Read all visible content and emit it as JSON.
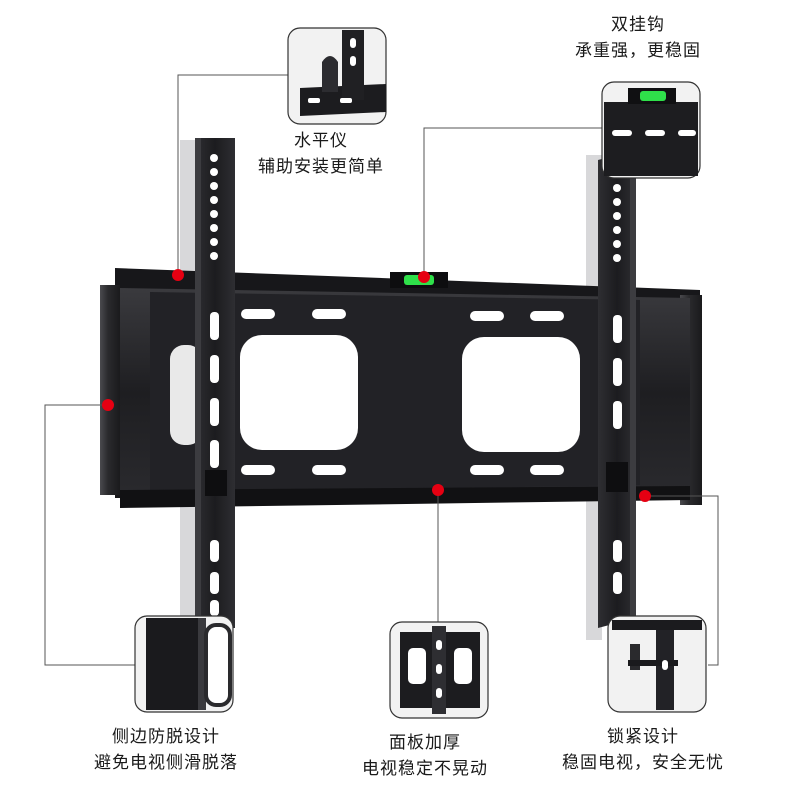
{
  "colors": {
    "mount_dark": "#1b1b1e",
    "mount_mid": "#2b2b2f",
    "marker_red": "#e60012",
    "level_green": "#2fe04a",
    "leader_line": "#555555"
  },
  "callouts": {
    "level": {
      "title": "水平仪",
      "subtitle": "辅助安装更简单"
    },
    "double_hook": {
      "title": "双挂钩",
      "subtitle": "承重强，更稳固"
    },
    "side_guard": {
      "title": "侧边防脱设计",
      "subtitle": "避免电视侧滑脱落"
    },
    "thick_panel": {
      "title": "面板加厚",
      "subtitle": "电视稳定不晃动"
    },
    "lock": {
      "title": "锁紧设计",
      "subtitle": "稳固电视，安全无忧"
    }
  },
  "icons": {
    "marker": "red-dot-marker",
    "level": "bubble-level-icon"
  }
}
